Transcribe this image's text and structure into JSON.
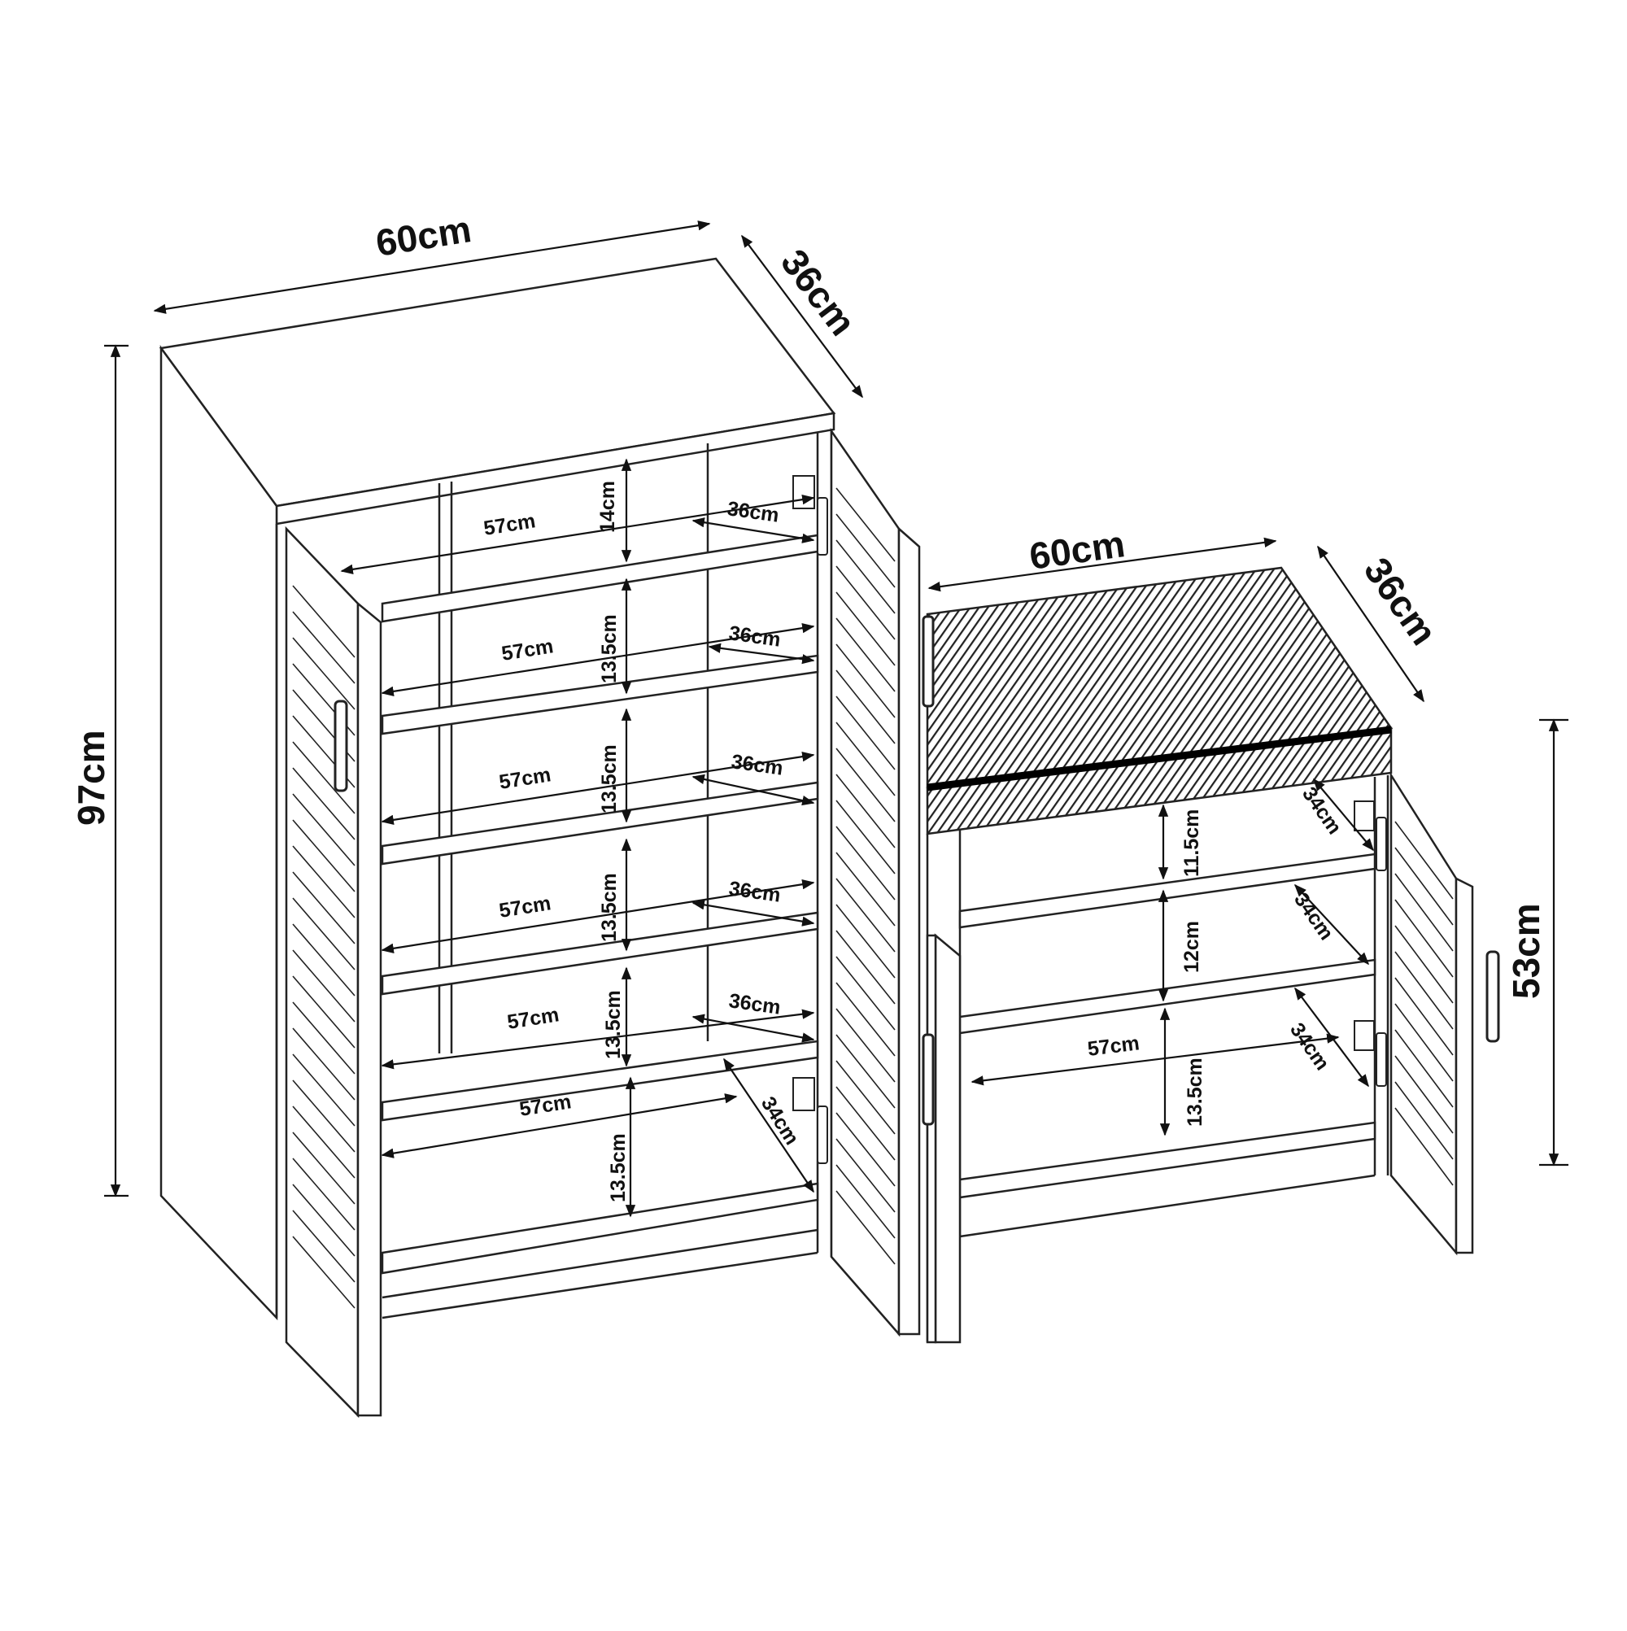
{
  "cabinet_tall": {
    "width_label": "60cm",
    "depth_label": "36cm",
    "height_label": "97cm",
    "shelf_width_labels": [
      "57cm",
      "57cm",
      "57cm",
      "57cm",
      "57cm",
      "57cm"
    ],
    "shelf_depth_labels": [
      "36cm",
      "36cm",
      "36cm",
      "36cm",
      "36cm"
    ],
    "shelf_gap_labels": [
      "14cm",
      "13.5cm",
      "13.5cm",
      "13.5cm",
      "13.5cm",
      "13.5cm"
    ],
    "door_depth_label": "34cm"
  },
  "bench": {
    "width_label": "60cm",
    "depth_label": "36cm",
    "height_label": "53cm",
    "shelf_width_label": "57cm",
    "shelf_gap_labels": [
      "11.5cm",
      "12cm",
      "13.5cm"
    ],
    "door_depth_labels": [
      "34cm",
      "34cm",
      "34cm"
    ]
  }
}
